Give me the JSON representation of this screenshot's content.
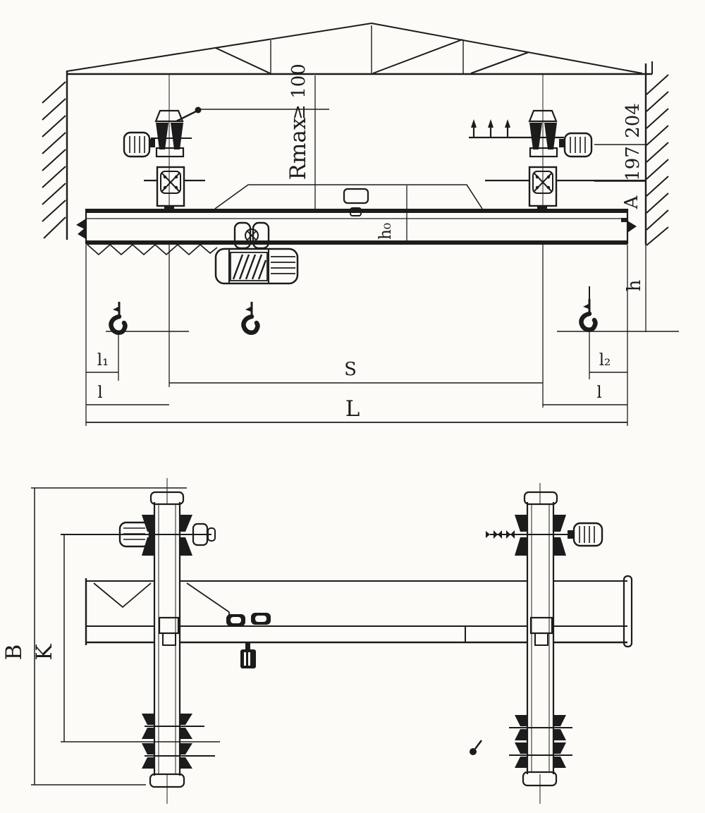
{
  "drawing": {
    "colors": {
      "ink": "#1c1c1c",
      "paper": "#fcfbf8"
    }
  },
  "elevation": {
    "clearance_label": "≥ 100",
    "hook_radius_label": "Rmax",
    "dim_204": "204",
    "dim_197": "197",
    "dim_A": "A",
    "girder_depth_label": "h₀",
    "hook_clearance_label": "h",
    "span_label": "S",
    "length_label": "L",
    "left_hook_dim": "l₁",
    "left_end_dim": "l",
    "right_hook_dim": "l₂",
    "right_end_dim": "l"
  },
  "plan": {
    "overall_label": "B",
    "wheelbase_label": "K"
  }
}
